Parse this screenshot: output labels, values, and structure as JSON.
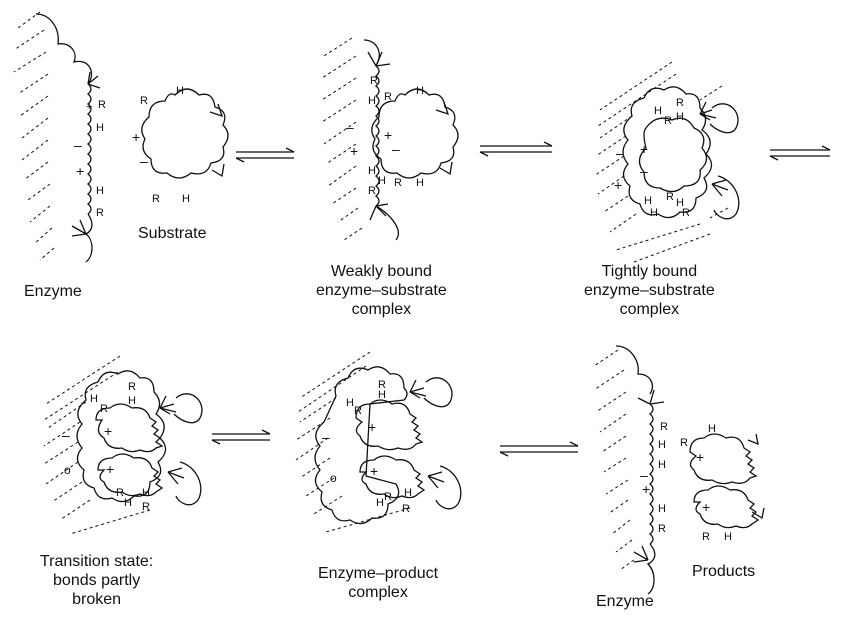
{
  "captions": {
    "enzyme_top": "Enzyme",
    "substrate": "Substrate",
    "weakly_bound": [
      "Weakly bound",
      "enzyme–substrate",
      "complex"
    ],
    "tightly_bound": [
      "Tightly bound",
      "enzyme–substrate",
      "complex"
    ],
    "transition_state": [
      "Transition state:",
      "bonds partly",
      "broken"
    ],
    "enzyme_product": [
      "Enzyme–product",
      "complex"
    ],
    "enzyme_bottom": "Enzyme",
    "products": "Products"
  },
  "labels": {
    "r": "R",
    "h": "H",
    "plus": "+",
    "minus": "–",
    "zero": "o"
  },
  "stages": [
    "free-enzyme-and-substrate",
    "weakly-bound-complex",
    "tightly-bound-complex",
    "transition-state",
    "enzyme-product-complex",
    "free-enzyme-and-products"
  ],
  "arrow_type": "reversible-equilibrium",
  "colors": {
    "ink": "#111111",
    "background": "#ffffff"
  }
}
